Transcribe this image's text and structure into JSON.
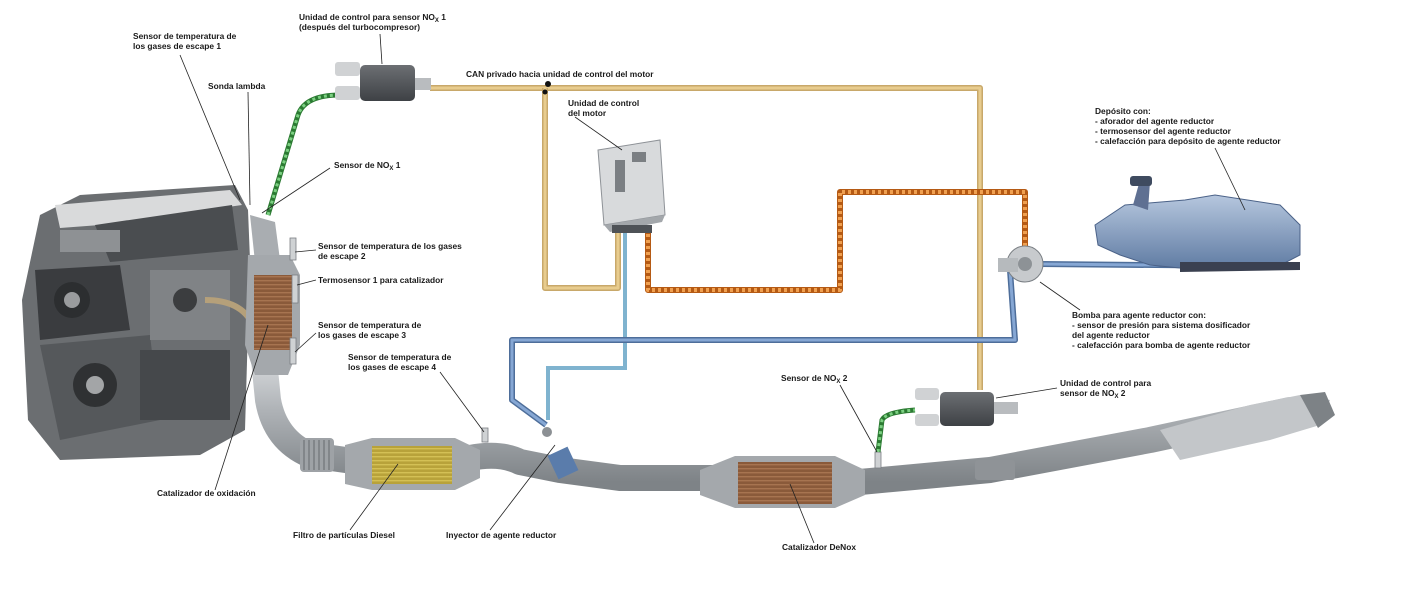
{
  "labels": {
    "egt_sensor_1": [
      "Sensor de temperatura de",
      "los gases de escape 1"
    ],
    "lambda_probe": "Sonda lambda",
    "nox_sensor_1": {
      "pre": "Sensor de NO",
      "sub": "X",
      "post": " 1"
    },
    "nox_ecu_1": {
      "line1_pre": "Unidad de control para sensor NO",
      "line1_sub": "X",
      "line1_post": " 1",
      "line2": "(después del turbocompresor)"
    },
    "can_bus": "CAN privado hacia unidad de control del motor",
    "engine_ecu": [
      "Unidad de control",
      "del motor"
    ],
    "tank": {
      "title": "Depósito con:",
      "items": [
        "-  aforador del agente reductor",
        "-  termosensor del agente reductor",
        "-  calefacción para depósito de agente reductor"
      ]
    },
    "egt_sensor_2": [
      "Sensor de temperatura de los gases",
      "de escape 2"
    ],
    "catalyst_thermosensor_1": "Termosensor 1 para catalizador",
    "egt_sensor_3": [
      "Sensor de temperatura de",
      "los gases de escape 3"
    ],
    "egt_sensor_4": [
      "Sensor de temperatura de",
      "los gases de escape 4"
    ],
    "pump": {
      "title": "Bomba para agente reductor  con:",
      "items": [
        "-  sensor de presión para sistema dosificador",
        "   del agente reductor",
        "-  calefacción para bomba de agente reductor"
      ]
    },
    "nox_sensor_2": {
      "pre": "Sensor de NO",
      "sub": "X",
      "post": " 2"
    },
    "nox_ecu_2": {
      "line1": "Unidad de control para",
      "line2_pre": "sensor de NO",
      "line2_sub": "X",
      "line2_post": " 2"
    },
    "oxidation_catalyst": "Catalizador de oxidación",
    "diesel_particulate_filter": "Filtro de partículas Diesel",
    "reductant_injector": "Inyector de agente reductor",
    "denox_catalyst": "Catalizador DeNox"
  },
  "colors": {
    "can_wire": "#e8cc8e",
    "reductant_line": "#6b8fbf",
    "heated_line": "#e0873a",
    "signal_wire": "#7fb3cf",
    "sensor_cable": "#3fa34a",
    "pipe": "#b9bcbf",
    "catalyst": "#8a5a3a",
    "dpf": "#b8a23a",
    "tank": "#8fa7c7"
  }
}
